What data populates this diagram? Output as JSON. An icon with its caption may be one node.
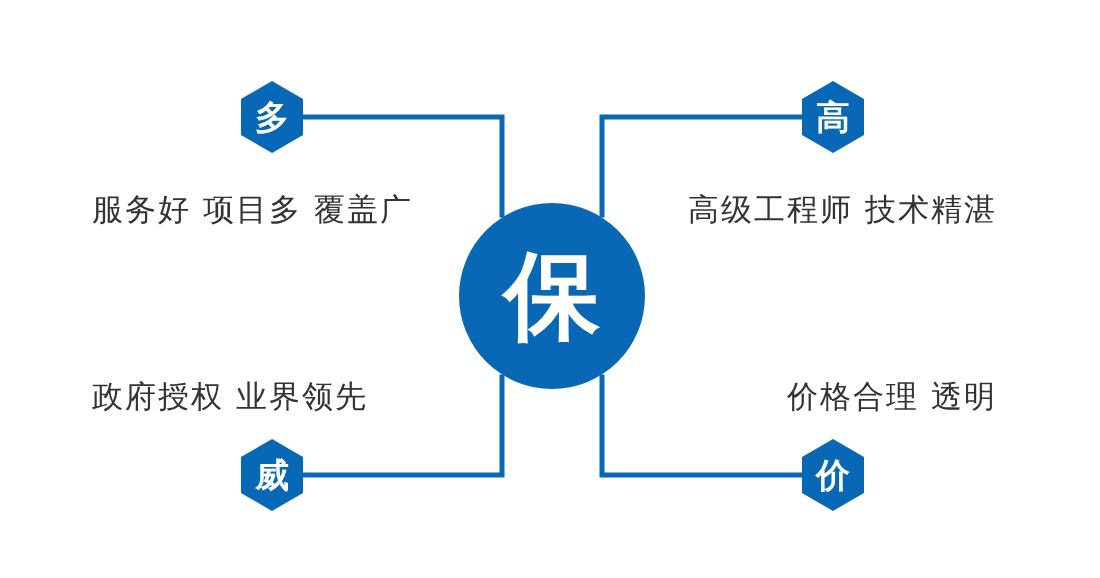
{
  "diagram": {
    "nodes": [
      {
        "text": [
          "多"
        ],
        "beside": [
          "服务好 项目多 覆盖广"
        ]
      },
      {
        "text": [
          "高"
        ],
        "beside": [
          "高级工程师 技术精湛"
        ]
      },
      {
        "text": [
          "保"
        ]
      },
      {
        "text": [
          "威"
        ],
        "beside": [
          "政府授权 业界领先"
        ]
      },
      {
        "text": [
          "价"
        ],
        "beside": [
          "价格合理 透明"
        ]
      }
    ],
    "edges": [
      {
        "from": 2,
        "to": 0,
        "arrow": "none"
      },
      {
        "from": 2,
        "to": 1,
        "arrow": "none"
      },
      {
        "from": 2,
        "to": 3,
        "arrow": "none"
      },
      {
        "from": 2,
        "to": 4,
        "arrow": "none"
      }
    ]
  }
}
